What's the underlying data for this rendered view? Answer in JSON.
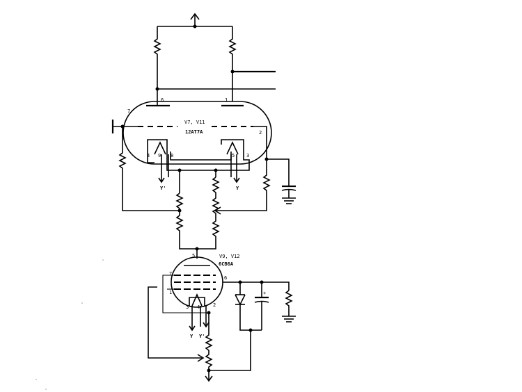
{
  "tubes": [
    {
      "ref": "V7, V11",
      "type": "12AT7A",
      "pins": [
        "7",
        "6",
        "1",
        "2",
        "4",
        "9",
        "8",
        "5",
        "3"
      ]
    },
    {
      "ref": "V9, V12",
      "type": "6CB6A",
      "pins": [
        "5",
        "7",
        "6",
        "1",
        "3",
        "4",
        "2"
      ]
    }
  ],
  "heater_labels": [
    "Y'",
    "Y",
    "Y",
    "Y'"
  ],
  "cap_polarity": "+"
}
